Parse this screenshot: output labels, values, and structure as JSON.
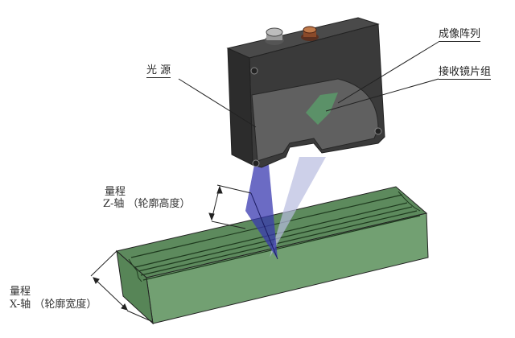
{
  "diagram": {
    "title": "Laser line profile sensor measuring principle",
    "colors": {
      "sensor_body": "#3a3a3a",
      "sensor_window": "#6a6a6a",
      "connector_left": "#9a9a9a",
      "connector_right": "#8a4a2a",
      "laser_beam": "#3a3ab0",
      "reflected_beam": "#b8bce0",
      "block_top": "#5d8a5d",
      "block_front": "#6f9c6f",
      "block_side": "#557f55",
      "lines": "#222222"
    },
    "labels": {
      "light_source": "光  源",
      "imaging_array": "成像阵列",
      "receiving_lens": "接收镜片组",
      "z_range_line1": "量程",
      "z_range_line2": "Z-轴 （轮廓高度）",
      "x_range_line1": "量程",
      "x_range_line2": "X-轴 （轮廓宽度）"
    },
    "nodes": [
      {
        "id": "sensor",
        "label": "Sensor housing"
      },
      {
        "id": "light_source",
        "label": "光  源"
      },
      {
        "id": "imaging_array",
        "label": "成像阵列"
      },
      {
        "id": "receiving_lens",
        "label": "接收镜片组"
      },
      {
        "id": "workpiece",
        "label": "Green grooved block"
      }
    ],
    "edges": [
      {
        "from": "light_source",
        "to": "workpiece",
        "label": "laser line"
      },
      {
        "from": "workpiece",
        "to": "receiving_lens",
        "label": "reflected light"
      },
      {
        "from": "receiving_lens",
        "to": "imaging_array",
        "label": ""
      }
    ]
  }
}
